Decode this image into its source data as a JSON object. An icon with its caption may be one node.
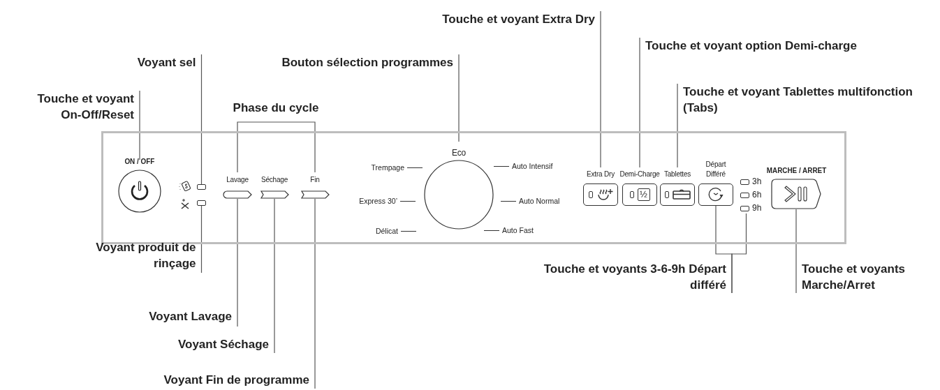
{
  "diagram": {
    "nodes": [
      {
        "text": [],
        "shape": "box"
      },
      {
        "text": [
          "ON / OFF"
        ],
        "in": 0
      },
      {
        "text": [],
        "shape": "box",
        "in": 0
      },
      {
        "text": [],
        "shape": "box",
        "in": 0
      },
      {
        "text": [
          "Lavage"
        ],
        "in": 0
      },
      {
        "text": [
          "Séchage"
        ],
        "in": 0
      },
      {
        "text": [
          "Fin"
        ],
        "in": 0
      },
      {
        "text": [
          "Eco"
        ],
        "in": 0
      },
      {
        "text": [
          "Extra Dry"
        ],
        "in": 0
      },
      {
        "text": [
          "Demi-Charge",
          "½"
        ],
        "in": 0
      },
      {
        "text": [
          "Tablettes"
        ],
        "in": 0
      },
      {
        "text": [
          "Départ Différé"
        ],
        "in": 0
      },
      {
        "text": [
          "3h"
        ],
        "in": 0
      },
      {
        "text": [
          "6h"
        ],
        "in": 0
      },
      {
        "text": [
          "9h"
        ],
        "in": 0
      },
      {
        "text": [
          "MARCHE / ARRET"
        ],
        "in": 0
      },
      {
        "text": [
          "Touche et voyant On-Off/Reset"
        ]
      },
      {
        "text": [
          "Voyant sel"
        ]
      },
      {
        "text": [
          "Phase du cycle"
        ]
      },
      {
        "text": [
          "Bouton sélection programmes"
        ]
      },
      {
        "text": [
          "Touche et voyant Extra Dry"
        ]
      },
      {
        "text": [
          "Touche et voyant option Demi-charge"
        ]
      },
      {
        "text": [
          "Touche et voyant Tablettes multifonction (Tabs)"
        ]
      },
      {
        "text": [
          "Voyant produit de rinçage"
        ]
      },
      {
        "text": [
          "Voyant Lavage"
        ]
      },
      {
        "text": [
          "Voyant Séchage"
        ]
      },
      {
        "text": [
          "Voyant Fin de programme"
        ]
      },
      {
        "text": [
          "Touche et voyants 3-6-9h Départ différé"
        ]
      },
      {
        "text": [
          "Touche et voyants Marche/Arret"
        ]
      }
    ],
    "edges": [
      {
        "from": 16,
        "to": 1,
        "arrow": "none"
      },
      {
        "from": 17,
        "to": 2,
        "arrow": "none"
      },
      {
        "from": 18,
        "to": 4,
        "arrow": "none"
      },
      {
        "from": 18,
        "to": 6,
        "arrow": "none"
      },
      {
        "from": 19,
        "to": 7,
        "arrow": "none"
      },
      {
        "from": 20,
        "to": 8,
        "arrow": "none"
      },
      {
        "from": 21,
        "to": 9,
        "arrow": "none"
      },
      {
        "from": 22,
        "to": 10,
        "arrow": "none"
      },
      {
        "from": 23,
        "to": 3,
        "arrow": "none"
      },
      {
        "from": 24,
        "to": 4,
        "arrow": "none"
      },
      {
        "from": 25,
        "to": 5,
        "arrow": "none"
      },
      {
        "from": 26,
        "to": 6,
        "arrow": "none"
      },
      {
        "from": 27,
        "to": 11,
        "arrow": "none"
      },
      {
        "from": 27,
        "to": 14,
        "arrow": "none"
      },
      {
        "from": 28,
        "to": 15,
        "arrow": "none"
      }
    ],
    "labels": [
      "Trempage",
      "Auto Intensif",
      "Express 30’",
      "Auto Normal",
      "Délicat",
      "Auto Fast"
    ]
  }
}
